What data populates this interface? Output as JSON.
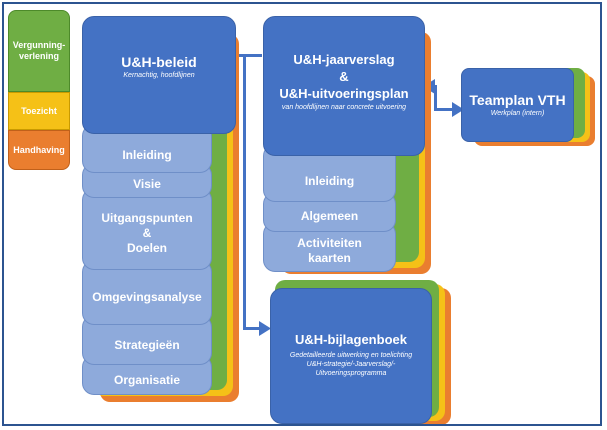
{
  "legend": {
    "vergunning": "Vergunning-\nverlening",
    "toezicht": "Toezicht",
    "handhaving": "Handhaving"
  },
  "beleid": {
    "title": "U&H-beleid",
    "subtitle": "Kernachtig, hoofdlijnen",
    "items": [
      "Inleiding",
      "Visie",
      "Uitgangspunten\n&\nDoelen",
      "Omgevingsanalyse",
      "Strategieën",
      "Organisatie"
    ]
  },
  "jaarverslag": {
    "title_line1": "U&H-jaarverslag",
    "title_line2": "&",
    "title_line3": "U&H-uitvoeringsplan",
    "subtitle": "van hoofdlijnen naar concrete uitvoering",
    "items": [
      "Inleiding",
      "Algemeen",
      "Activiteiten\nkaarten"
    ]
  },
  "teamplan": {
    "title": "Teamplan VTH",
    "subtitle": "Werkplan (intern)"
  },
  "bijlagenboek": {
    "title": "U&H-bijlagenboek",
    "subtitle": "Gedetailleerde uitwerking en toelichting\nU&H-strategie/-Jaarverslag/-\nUitvoeringsprogramma"
  },
  "colors": {
    "blue": "#4472c4",
    "light_blue": "#8eaadb",
    "green": "#6fae44",
    "yellow": "#f5c117",
    "orange": "#ea7e2f",
    "frame": "#2c5490"
  }
}
